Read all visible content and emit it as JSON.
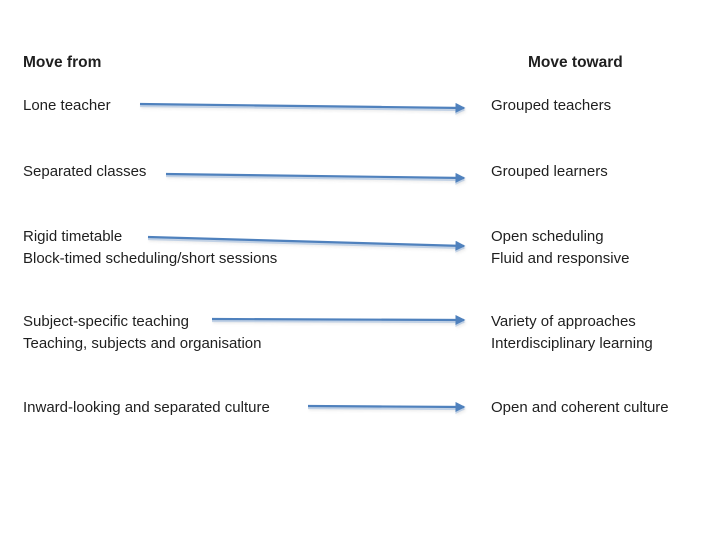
{
  "slide": {
    "background_color": "#ffffff",
    "text_color": "#1f1f1f",
    "arrow_color": "#4f81bd",
    "arrow_highlight_color": "#a8c0de"
  },
  "headers": {
    "from_label": "Move from",
    "toward_label": "Move toward"
  },
  "rows": [
    {
      "from": "Lone teacher",
      "toward": "Grouped teachers"
    },
    {
      "from": "Separated classes",
      "toward": "Grouped learners"
    },
    {
      "from": "Rigid timetable\nBlock-timed scheduling/short sessions",
      "toward": "Open scheduling\nFluid and responsive"
    },
    {
      "from": "Subject-specific teaching\nTeaching, subjects and organisation",
      "toward": "Variety of approaches\nInterdisciplinary learning"
    },
    {
      "from": "Inward-looking and separated culture",
      "toward": "Open and coherent culture"
    }
  ]
}
